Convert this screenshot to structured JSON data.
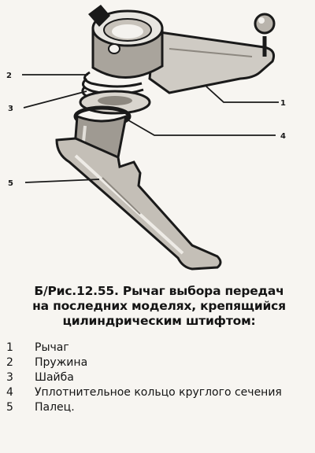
{
  "figure": {
    "callouts": [
      "1",
      "2",
      "3",
      "4",
      "5"
    ]
  },
  "caption": {
    "lines": [
      "Б/Рис.12.55. Рычаг выбора передач",
      "на последних моделях, крепящийся",
      "цилиндрическим штифтом:"
    ]
  },
  "legend": [
    {
      "num": "1",
      "text": "Рычаг"
    },
    {
      "num": "2",
      "text": "Пружина"
    },
    {
      "num": "3",
      "text": "Шайба"
    },
    {
      "num": "4",
      "text": "Уплотнительное кольцо круглого сечения"
    },
    {
      "num": "5",
      "text": "Палец."
    }
  ]
}
